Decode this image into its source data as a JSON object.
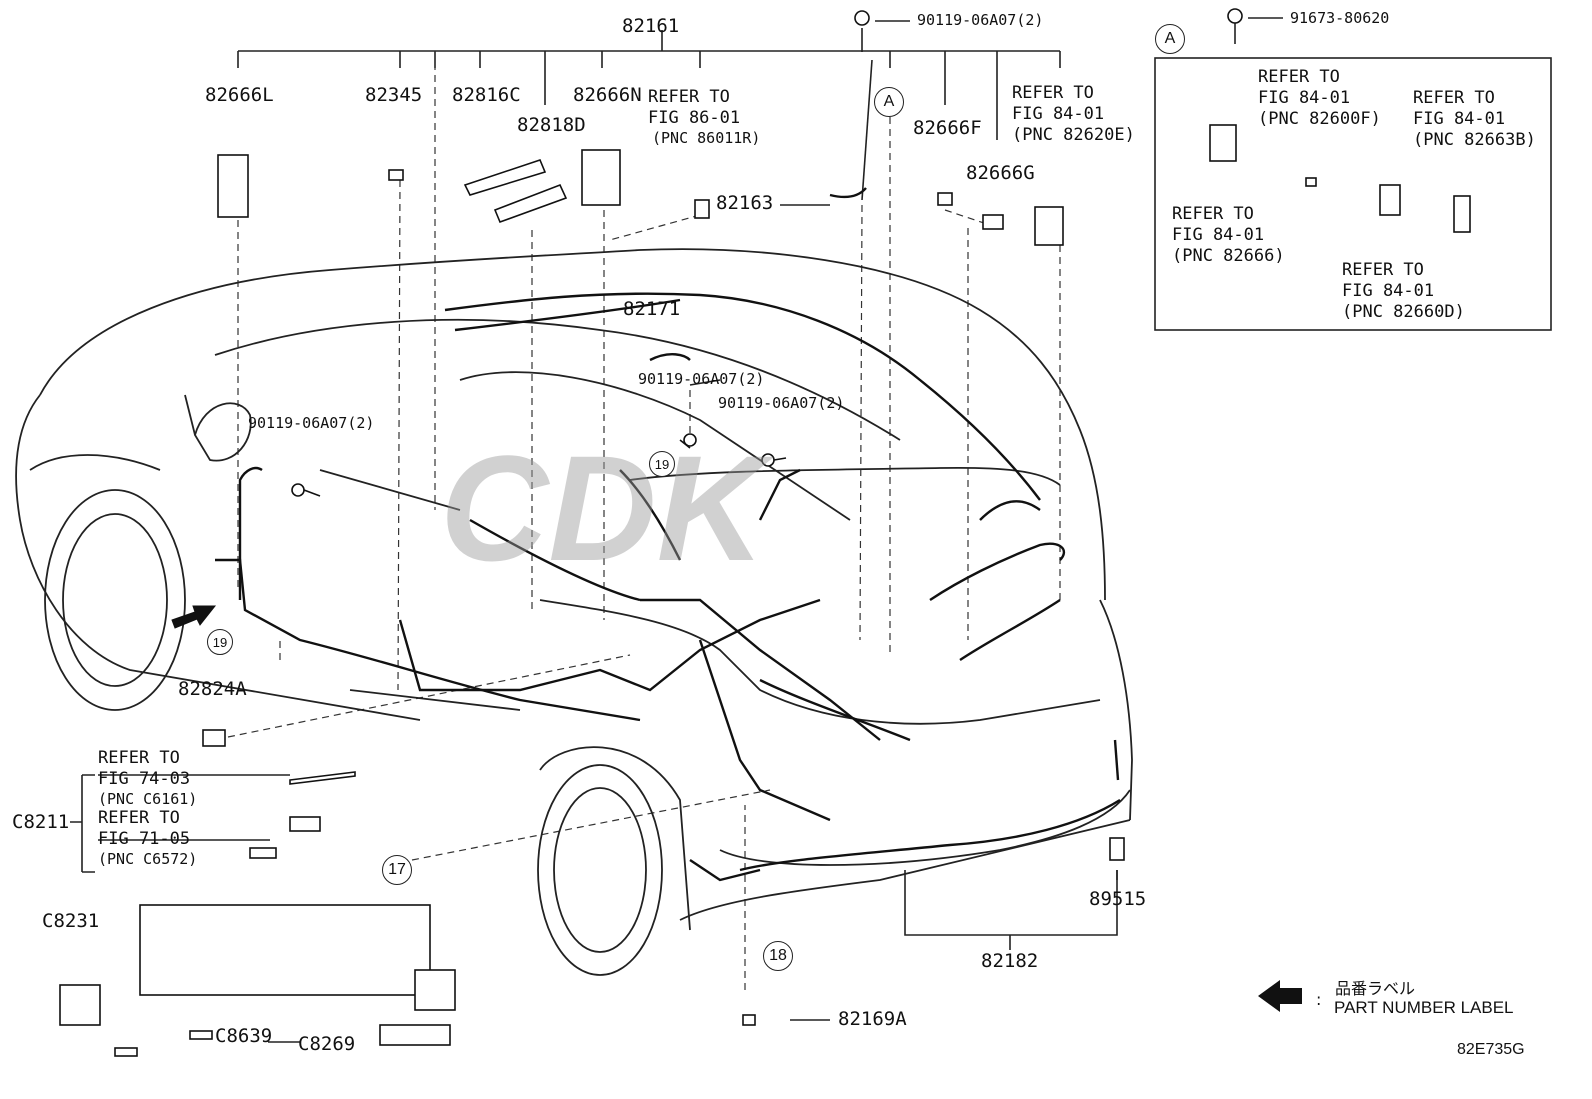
{
  "parts": {
    "p82161": "82161",
    "p82666L": "82666L",
    "p82345": "82345",
    "p82816C": "82816C",
    "p82818D": "82818D",
    "p82666N": "82666N",
    "p82163": "82163",
    "p82171": "82171",
    "p82666F": "82666F",
    "p82666G": "82666G",
    "p82824A": "82824A",
    "pC8211": "C8211",
    "pC8231": "C8231",
    "pC8639": "C8639",
    "pC8269": "C8269",
    "p89515": "89515",
    "p82182": "82182",
    "p82169A": "82169A",
    "bolt_top": "90119-06A07(2)",
    "bolt_mid1": "90119-06A07(2)",
    "bolt_mid2": "90119-06A07(2)",
    "bolt_left": "90119-06A07(2)",
    "bolt_inset": "91673-80620"
  },
  "refs": {
    "r86": [
      "REFER TO",
      "FIG 86-01",
      "(PNC 86011R)"
    ],
    "r84_e": [
      "REFER TO",
      "FIG 84-01",
      "(PNC 82620E)"
    ],
    "r84_f": [
      "REFER TO",
      "FIG 84-01",
      "(PNC 82600F)"
    ],
    "r84_b": [
      "REFER TO",
      "FIG 84-01",
      "(PNC 82663B)"
    ],
    "r84_666": [
      "REFER TO",
      "FIG 84-01",
      "(PNC 82666)"
    ],
    "r84_d": [
      "REFER TO",
      "FIG 84-01",
      "(PNC 82660D)"
    ],
    "r74": [
      "REFER TO",
      "FIG 74-03",
      "(PNC C6161)"
    ],
    "r71": [
      "REFER TO",
      "FIG 71-05",
      "(PNC C6572)"
    ]
  },
  "markers": {
    "a_top": "A",
    "a_inset": "A",
    "m19a": "19",
    "m19b": "19",
    "m17": "17",
    "m18": "18"
  },
  "legend": {
    "jp": "品番ラベル",
    "sep": ":",
    "en": "PART NUMBER LABEL"
  },
  "figure_code": "82E735G",
  "watermark": "CDK"
}
